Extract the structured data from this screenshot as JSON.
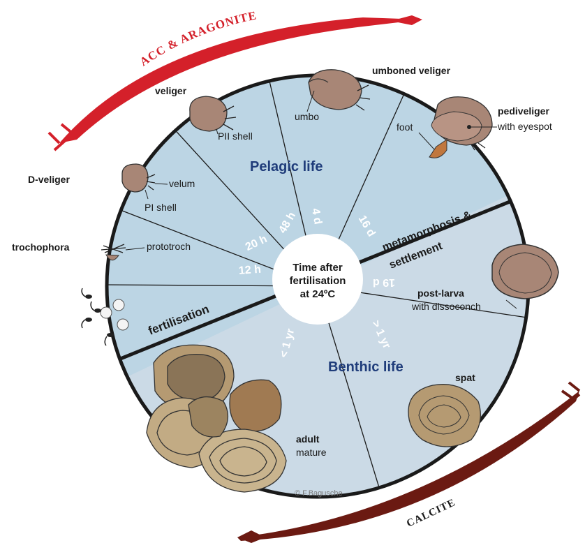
{
  "arrows": {
    "top_label": "ACC & ARAGONITE",
    "bottom_label": "CALCITE",
    "top_color": "#d4202a",
    "bottom_color": "#6b1a12"
  },
  "center": {
    "line1": "Time after",
    "line2": "fertilisation",
    "line3": "at 24ºC"
  },
  "phases": {
    "pelagic": "Pelagic life",
    "benthic": "Benthic life",
    "metamorphosis_line1": "metamorphosis &",
    "metamorphosis_line2": "settlement",
    "fertilisation": "fertilisation"
  },
  "times": {
    "t12h": "12 h",
    "t20h": "20 h",
    "t48h": "48 h",
    "t4d": "4 d",
    "t16d": "16 d",
    "t19d": "19 d",
    "tlt1yr": "< 1 yr",
    "tgt1yr": "> 1 yr"
  },
  "stages": {
    "veliger": "veliger",
    "umboned_veliger": "umboned veliger",
    "pediveliger": "pediveliger",
    "d_veliger": "D-veliger",
    "trochophora": "trochophora",
    "post_larva": "post-larva",
    "spat": "spat",
    "adult": "adult"
  },
  "annotations": {
    "pii_shell": "PII shell",
    "umbo": "umbo",
    "foot": "foot",
    "with_eyespot": "with eyespot",
    "velum": "velum",
    "pi_shell": "PI shell",
    "prototroch": "prototroch",
    "with_dissoconch": "with dissoconch",
    "mature": "mature"
  },
  "credit": "© F.Bagusche",
  "colors": {
    "pelagic_fill": "#bcd5e4",
    "benthic_fill": "#cbdae6",
    "rim": "#1a1a1a",
    "larva_shell": "#a88676",
    "oyster_shell": "#b59a72"
  }
}
